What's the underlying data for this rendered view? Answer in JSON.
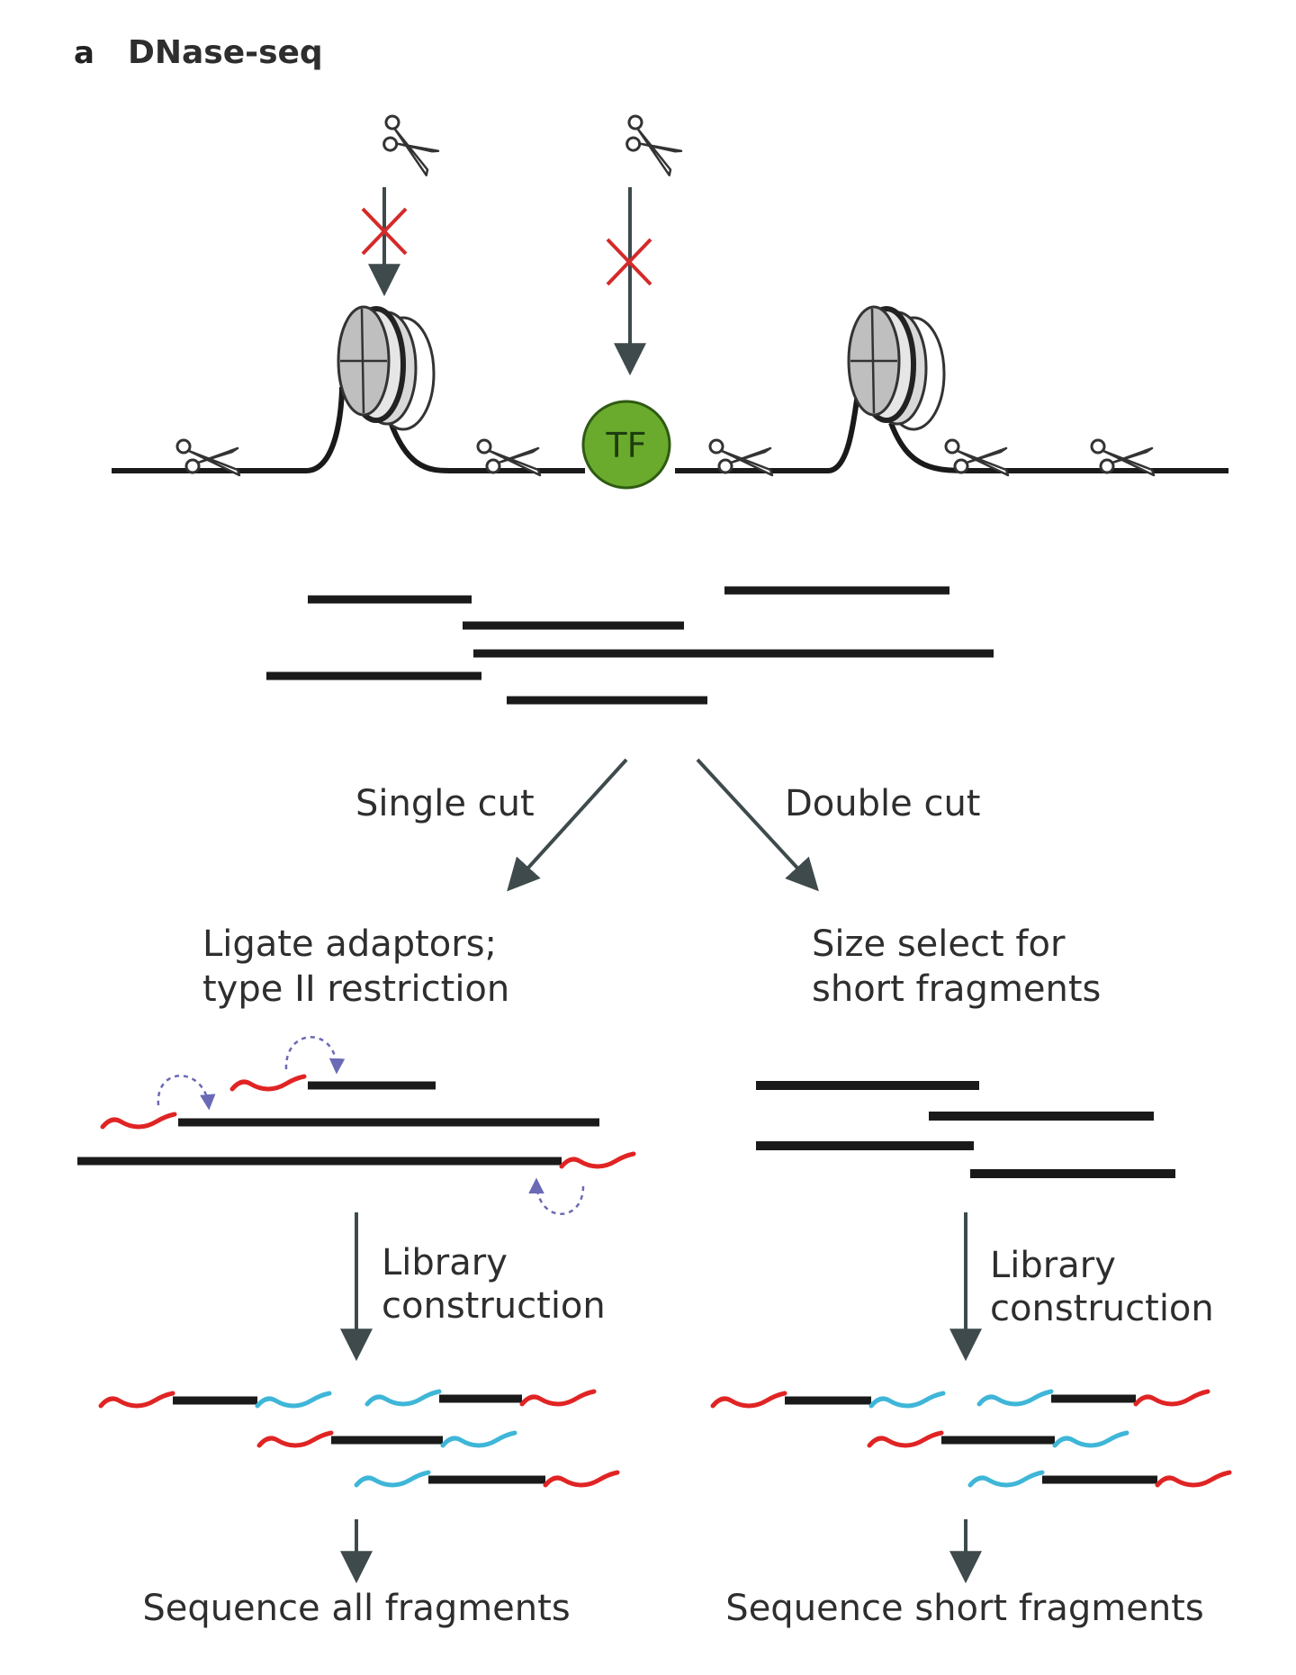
{
  "panel": {
    "letter": "a",
    "title": "DNase-seq"
  },
  "tf_label": "TF",
  "branch": {
    "left": "Single cut",
    "right": "Double cut"
  },
  "left": {
    "step1_line1": "Ligate adaptors;",
    "step1_line2": "type II restriction",
    "step2_line1": "Library",
    "step2_line2": "construction",
    "final": "Sequence all fragments"
  },
  "right": {
    "step1_line1": "Size select for",
    "step1_line2": "short fragments",
    "step2_line1": "Library",
    "step2_line2": "construction",
    "final": "Sequence short fragments"
  },
  "colors": {
    "dna": "#1a1a1a",
    "arrow": "#3e4a4c",
    "block_x": "#d42a2a",
    "tf_fill": "#6aab2e",
    "adaptor_red": "#e02424",
    "adaptor_blue": "#3fb6d8",
    "loop_arrow": "#6a6ab6"
  }
}
